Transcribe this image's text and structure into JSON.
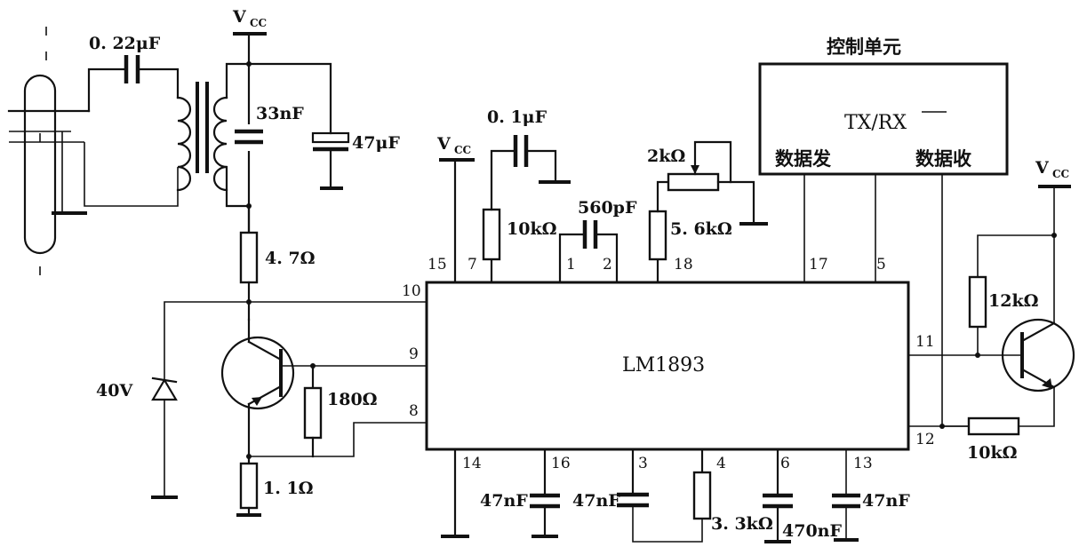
{
  "vcc": "V",
  "vcc_sub": "CC",
  "control_unit": {
    "title": "控制单元",
    "txrx": "TX/RX",
    "data_send": "数据发",
    "data_recv": "数据收"
  },
  "ic": {
    "name": "LM1893",
    "pins": {
      "p1": "1",
      "p2": "2",
      "p3": "3",
      "p4": "4",
      "p5": "5",
      "p6": "6",
      "p7": "7",
      "p8": "8",
      "p9": "9",
      "p10": "10",
      "p11": "11",
      "p12": "12",
      "p13": "13",
      "p14": "14",
      "p15": "15",
      "p16": "16",
      "p17": "17",
      "p18": "18"
    }
  },
  "components": {
    "c_coupling": "0. 22μF",
    "c_tank": "33nF",
    "c_supply": "47μF",
    "c_pin7": "0. 1μF",
    "c_pin12": "560pF",
    "r_pin7": "10kΩ",
    "pot": "2kΩ",
    "r_pin18": "5. 6kΩ",
    "r_collector": "4. 7Ω",
    "zener": "40V",
    "r_base": "180Ω",
    "r_emitter": "1. 1Ω",
    "c_pin16": "47nF",
    "c_pin3": "47nF",
    "r_pin4": "3. 3kΩ",
    "c_pin6": "470nF",
    "c_pin13": "47nF",
    "r_pullup": "12kΩ",
    "r_feedback": "10kΩ"
  }
}
